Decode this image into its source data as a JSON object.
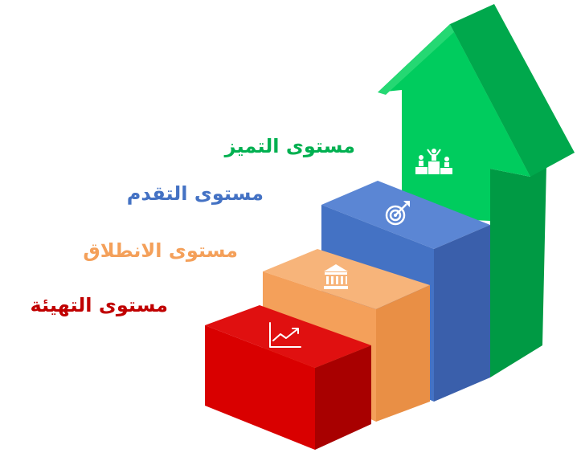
{
  "levels": [
    {
      "label": "مستوى التهيئة",
      "color": "#c00000",
      "icon": "growth-chart-icon"
    },
    {
      "label": "مستوى الانطلاق",
      "color": "#f4a05a",
      "icon": "bank-building-icon"
    },
    {
      "label": "مستوى التقدم",
      "color": "#4472c4",
      "icon": "target-icon"
    },
    {
      "label": "مستوى التميز",
      "color": "#00b050",
      "icon": "podium-winners-icon"
    }
  ]
}
